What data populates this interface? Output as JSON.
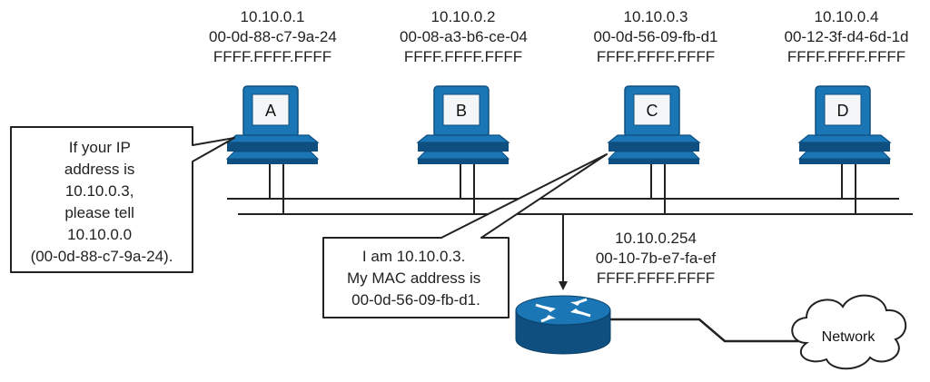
{
  "hosts": [
    {
      "letter": "A",
      "ip": "10.10.0.1",
      "mac": "00-0d-88-c7-9a-24",
      "broadcast": "FFFF.FFFF.FFFF"
    },
    {
      "letter": "B",
      "ip": "10.10.0.2",
      "mac": "00-08-a3-b6-ce-04",
      "broadcast": "FFFF.FFFF.FFFF"
    },
    {
      "letter": "C",
      "ip": "10.10.0.3",
      "mac": "00-0d-56-09-fb-d1",
      "broadcast": "FFFF.FFFF.FFFF"
    },
    {
      "letter": "D",
      "ip": "10.10.0.4",
      "mac": "00-12-3f-d4-6d-1d",
      "broadcast": "FFFF.FFFF.FFFF"
    }
  ],
  "router": {
    "ip": "10.10.0.254",
    "mac": "00-10-7b-e7-fa-ef",
    "broadcast": "FFFF.FFFF.FFFF"
  },
  "cloud": {
    "label": "Network"
  },
  "request_callout": {
    "lines": [
      "If your IP",
      "address is",
      "10.10.0.3,",
      "please tell",
      "10.10.0.0",
      "(00-0d-88-c7-9a-24)."
    ]
  },
  "reply_callout": {
    "lines": [
      "I am 10.10.0.3.",
      "My MAC address is",
      "00-0d-56-09-fb-d1."
    ]
  },
  "colors": {
    "device_blue": "#1a76b4",
    "device_dark": "#0e4f80",
    "screen": "#f4f6f8",
    "line": "#222222"
  }
}
